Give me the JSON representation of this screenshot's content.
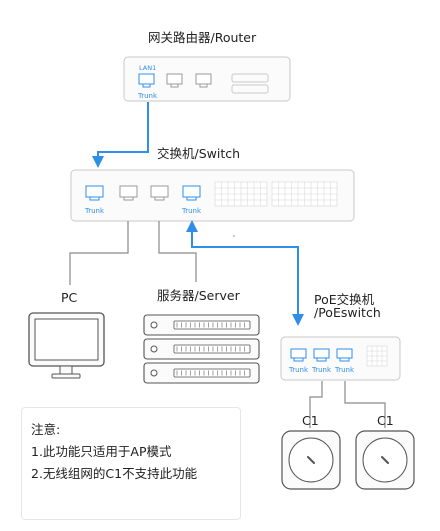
{
  "router": {
    "title": "网关路由器/Router",
    "port_label": "LAN1",
    "trunk": "Trunk"
  },
  "switch": {
    "title": "交换机/Switch",
    "trunk_1": "Trunk",
    "trunk_2": "Trunk"
  },
  "pc": {
    "label": "PC"
  },
  "server": {
    "label": "服务器/Server"
  },
  "poe_switch": {
    "title_line1": "PoE交换机",
    "title_line2": "/PoEswitch",
    "trunk_1": "Trunk",
    "trunk_2": "Trunk",
    "trunk_3": "Trunk"
  },
  "ap_left": {
    "label": "C1"
  },
  "ap_right": {
    "label": "C1"
  },
  "note": {
    "title": "注意:",
    "line1": "1.此功能只适用于AP模式",
    "line2": "2.无线组网的C1不支持此功能"
  },
  "colors": {
    "link_blue": "#2f8fe8",
    "device_border": "#c9c9c9",
    "device_fill": "#fbfbfb",
    "line_gray": "#8a8a8a"
  }
}
